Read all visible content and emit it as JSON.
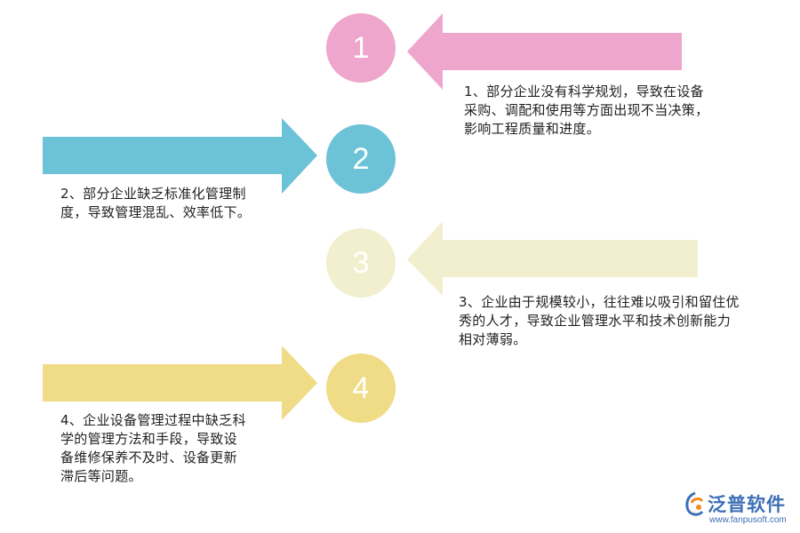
{
  "items": [
    {
      "number": "1",
      "color": "#EFA6CD",
      "text": "1、部分企业没有科学规划，导致在设备\n采购、调配和使用等方面出现不当决策，\n影响工程质量和进度。"
    },
    {
      "number": "2",
      "color": "#6CC3D8",
      "text": "2、部分企业缺乏标准化管理制\n度，导致管理混乱、效率低下。"
    },
    {
      "number": "3",
      "color": "#F2EFCF",
      "text": "3、企业由于规模较小，往往难以吸引和留住优\n秀的人才，导致企业管理水平和技术创新能力\n相对薄弱。"
    },
    {
      "number": "4",
      "color": "#F0DC86",
      "text": "4、企业设备管理过程中缺乏科\n学的管理方法和手段，导致设\n备维修保养不及时、设备更新\n滞后等问题。"
    }
  ],
  "logo": {
    "name": "泛普软件",
    "url": "www.fanpusoft.com",
    "color": "#3D6FB5",
    "accent": "#F08A24"
  }
}
